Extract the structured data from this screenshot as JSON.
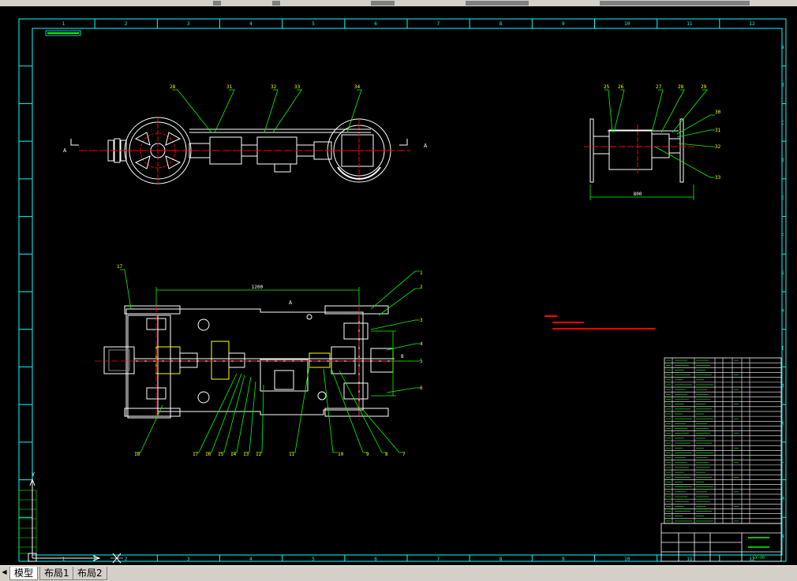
{
  "window": {
    "title": ""
  },
  "tabs": [
    {
      "label": "模型",
      "active": true
    },
    {
      "label": "布局1",
      "active": false
    },
    {
      "label": "布局2",
      "active": false
    }
  ],
  "frame": {
    "top_numbers": [
      "1",
      "2",
      "3",
      "4",
      "5",
      "6",
      "7",
      "8",
      "9",
      "10",
      "11",
      "12"
    ],
    "bottom_numbers": [
      "1",
      "2",
      "3",
      "4",
      "5",
      "6",
      "7",
      "8",
      "9",
      "10",
      "11",
      "12"
    ],
    "side_letters": [
      "A",
      "B",
      "C",
      "D",
      "E",
      "F",
      "G",
      "H",
      "I",
      "J",
      "K",
      "L",
      "M",
      "N"
    ]
  },
  "drawing": {
    "section_marks": {
      "left": "A",
      "right": "A",
      "center": "A"
    },
    "top_view_callouts": [
      "28",
      "31",
      "32",
      "33",
      "34"
    ],
    "side_view_callouts": [
      "25",
      "26",
      "27",
      "28",
      "29",
      "30",
      "31",
      "32",
      "33"
    ],
    "plan_callouts_top": [
      "17",
      "1",
      "2",
      "3",
      "4",
      "5",
      "6"
    ],
    "plan_callouts_bottom": [
      "18",
      "17",
      "16",
      "15",
      "14",
      "13",
      "12",
      "11",
      "10",
      "9",
      "8",
      "7"
    ],
    "dimension_top": "1200",
    "dimension_side": "800",
    "side_marker_b": "B"
  },
  "colors": {
    "frame": "#00ffff",
    "geometry": "#ffffff",
    "leader": "#00ff00",
    "dimension": "#00ff00",
    "callout_text": "#ffff00",
    "notes": "#ff0000",
    "table": "#ffffff",
    "table_text": "#00ff00",
    "background": "#000000"
  },
  "title_block": {
    "drawing_number": "LX-00",
    "title": ""
  }
}
